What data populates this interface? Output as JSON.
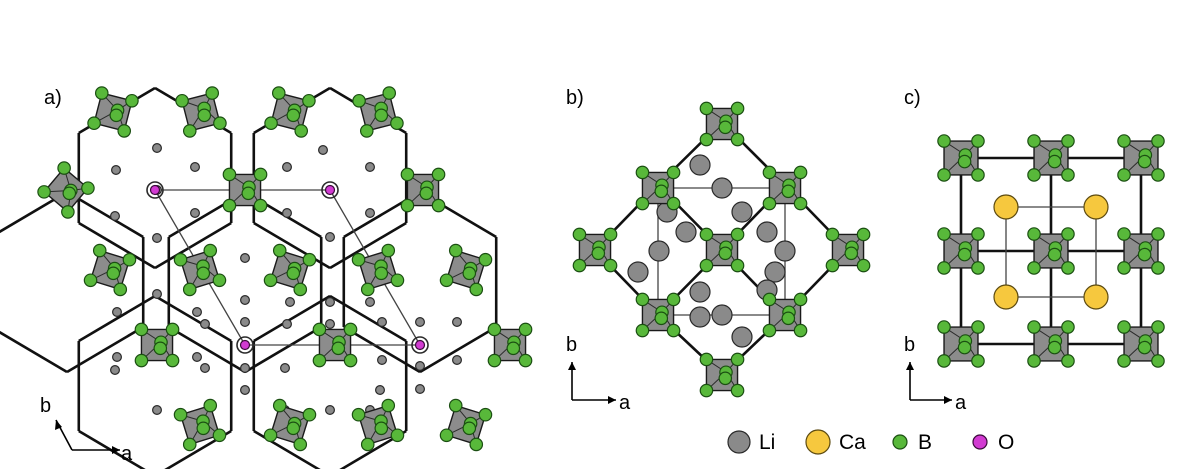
{
  "panels": [
    {
      "id": "a",
      "label": "a)"
    },
    {
      "id": "b",
      "label": "b)"
    },
    {
      "id": "c",
      "label": "c)"
    }
  ],
  "axes": {
    "a_label": "a",
    "b_label": "b"
  },
  "legend": [
    {
      "symbol": "Li",
      "label": "Li",
      "color": "#8a8a8a"
    },
    {
      "symbol": "Ca",
      "label": "Ca",
      "color": "#f6c83e"
    },
    {
      "symbol": "B",
      "label": "B",
      "color": "#58b83a"
    },
    {
      "symbol": "O",
      "label": "O",
      "color": "#d23bd2"
    }
  ],
  "colors": {
    "boron": "#58b83a",
    "lithium": "#8a8a8a",
    "calcium": "#f6c83e",
    "oxygen": "#d23bd2",
    "octahedron": "#8c8c8c"
  }
}
